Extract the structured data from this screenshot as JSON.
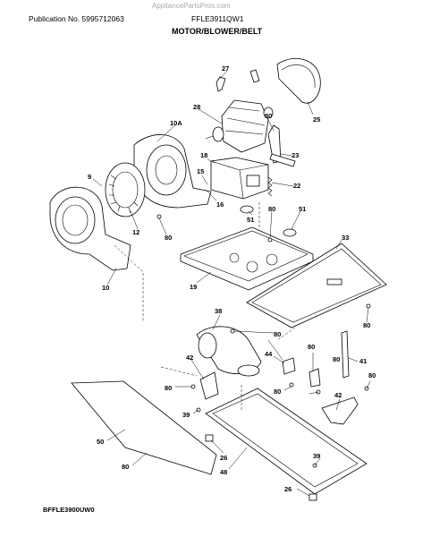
{
  "header": {
    "watermark": "AppliancePartsPros.com",
    "publication": "Publication No. 5995712063",
    "model": "FFLE3911QW1",
    "title": "MOTOR/BLOWER/BELT"
  },
  "footer": {
    "code": "BFFLE3900UW0"
  },
  "callouts": {
    "c27": "27",
    "c25": "25",
    "c28": "28",
    "c80a": "80",
    "c23": "23",
    "c10a": "10A",
    "c18": "18",
    "c15": "15",
    "c9": "9",
    "c22": "22",
    "c16": "16",
    "c51a": "51",
    "c80b": "80",
    "c51b": "51",
    "c12": "12",
    "c80c": "80",
    "c33": "33",
    "c19": "19",
    "c10": "10",
    "c80d": "80",
    "c38": "38",
    "c80e": "80",
    "c80f": "80",
    "c42a": "42",
    "c44": "44",
    "c80g": "80",
    "c41": "41",
    "c80h": "80",
    "c80i": "80",
    "c80j": "80",
    "c42b": "42",
    "c39a": "39",
    "c50": "50",
    "c26a": "26",
    "c80k": "80",
    "c48": "48",
    "c39b": "39",
    "c26b": "26"
  },
  "icons": [
    "pulley-icon",
    "motor-icon",
    "blower-wheel-icon",
    "screw-icon",
    "spring-icon",
    "clip-icon"
  ]
}
